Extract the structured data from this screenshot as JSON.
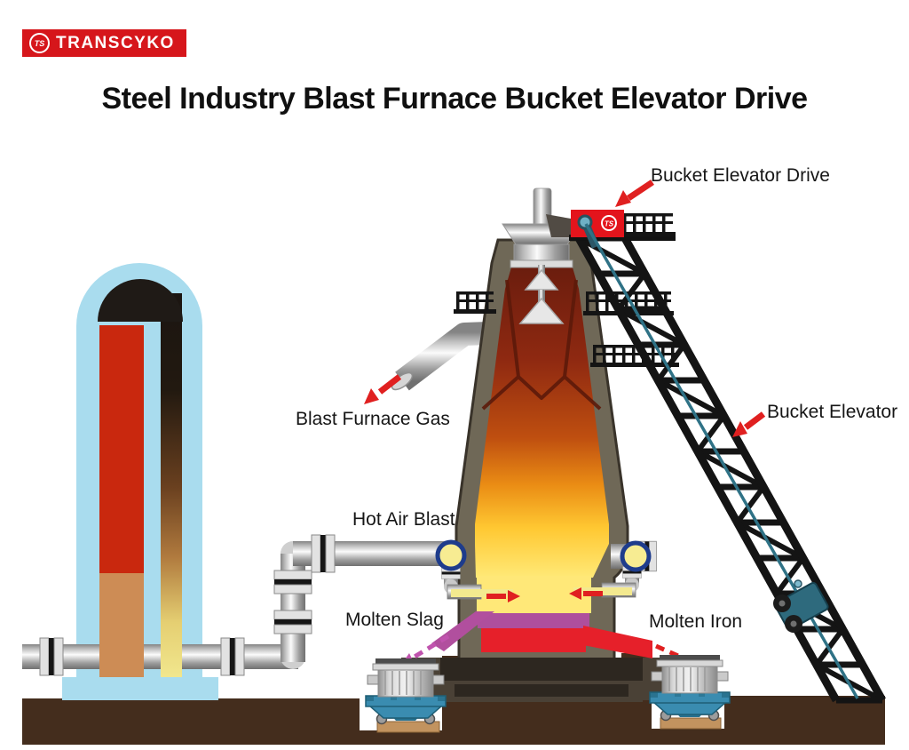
{
  "logo": {
    "brand": "TRANSCYKO",
    "monogram": "TS"
  },
  "title": "Steel Industry Blast Furnace Bucket Elevator Drive",
  "callouts": {
    "bucket_elevator_drive": "Bucket Elevator Drive",
    "bucket_elevator": "Bucket Elevator",
    "blast_furnace_gas": "Blast Furnace Gas",
    "hot_air_blast": "Hot Air Blast",
    "molten_slag": "Molten Slag",
    "molten_iron": "Molten Iron"
  },
  "colors": {
    "brand_red": "#d6161b",
    "arrow_red": "#e02020",
    "slag_purple": "#ae4f9d",
    "iron_red": "#e6202a",
    "ladle_teal": "#3a8cb0",
    "stove_blue": "#a9dcee",
    "ground_brown": "#442d1d",
    "drive_red": "#e3141c",
    "cable_teal": "#2f7286",
    "hot_metal_yellow": "#ffe878"
  }
}
